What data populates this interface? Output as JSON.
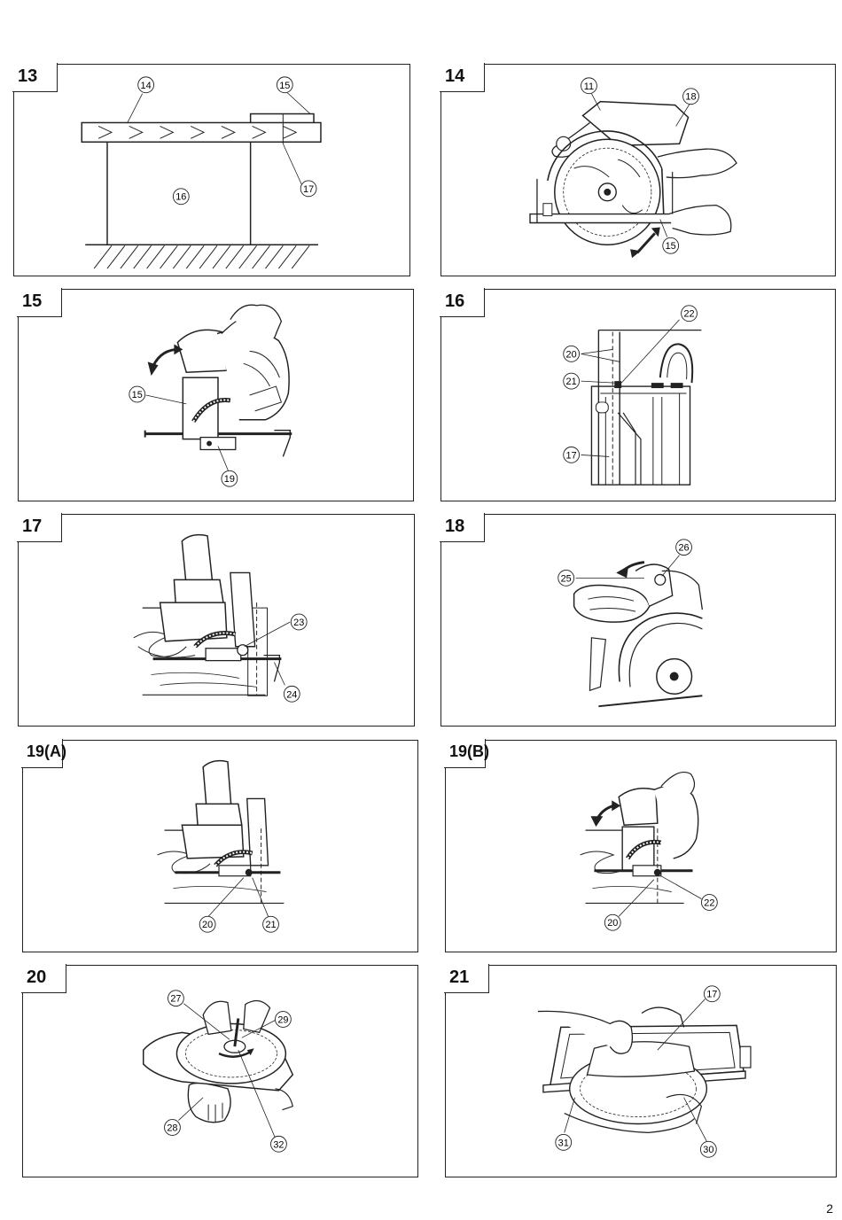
{
  "page_number": "2",
  "figures": [
    {
      "label": "13",
      "callouts": [
        "14",
        "15",
        "16",
        "17"
      ]
    },
    {
      "label": "14",
      "callouts": [
        "11",
        "18",
        "15"
      ]
    },
    {
      "label": "15",
      "callouts": [
        "15",
        "19"
      ]
    },
    {
      "label": "16",
      "callouts": [
        "22",
        "20",
        "21",
        "17"
      ]
    },
    {
      "label": "17",
      "callouts": [
        "23",
        "24"
      ]
    },
    {
      "label": "18",
      "callouts": [
        "26",
        "25"
      ]
    },
    {
      "label": "19(A)",
      "callouts": [
        "20",
        "21"
      ]
    },
    {
      "label": "19(B)",
      "callouts": [
        "22",
        "20"
      ]
    },
    {
      "label": "20",
      "callouts": [
        "27",
        "29",
        "28",
        "32"
      ]
    },
    {
      "label": "21",
      "callouts": [
        "17",
        "31",
        "30"
      ]
    }
  ]
}
